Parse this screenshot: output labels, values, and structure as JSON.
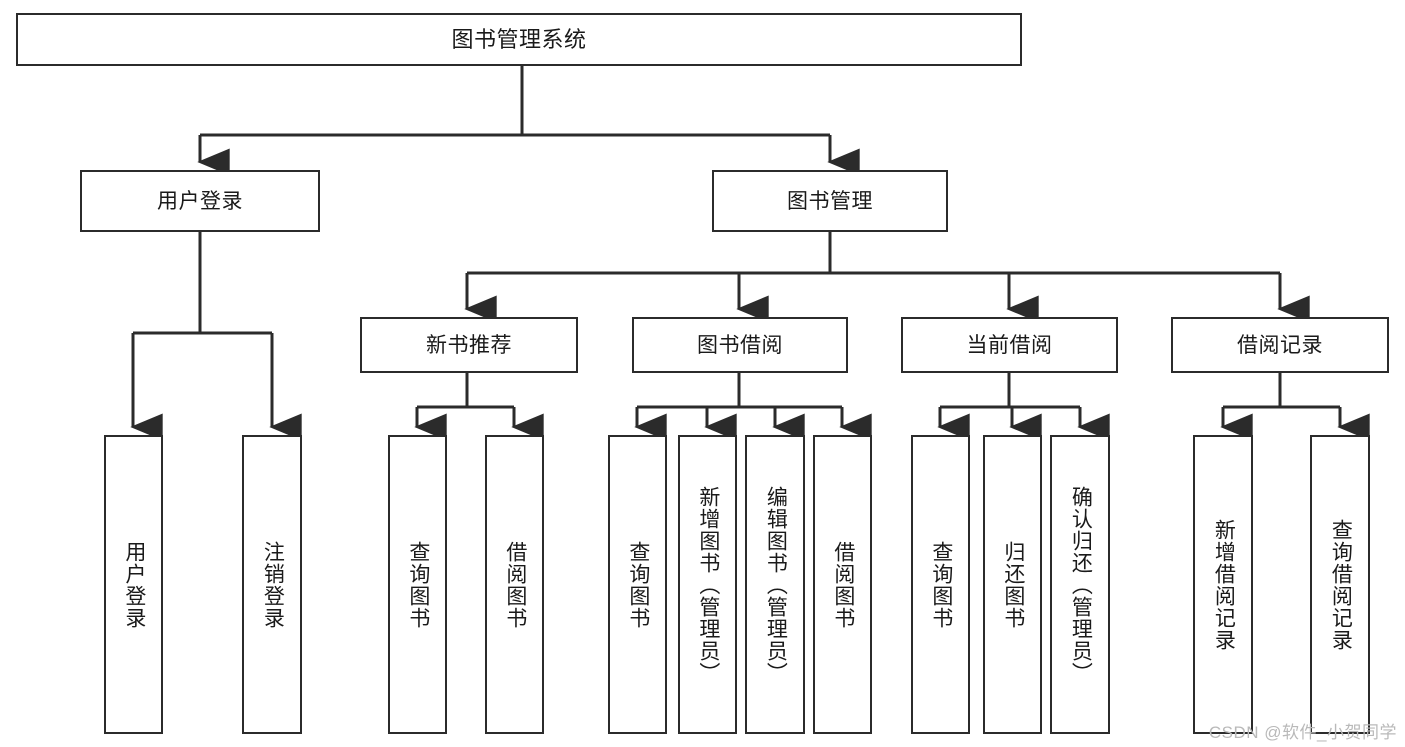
{
  "diagram": {
    "title": "图书管理系统",
    "type": "tree-hierarchy-diagram",
    "colors": {
      "box_border": "#2b2b2b",
      "box_fill": "#ffffff",
      "connector": "#2b2b2b",
      "text": "#1a1a1a",
      "watermark": "#b9b9b9",
      "background": "#ffffff"
    },
    "root": {
      "label": "图书管理系统"
    },
    "level2": [
      {
        "label": "用户登录"
      },
      {
        "label": "图书管理"
      }
    ],
    "level3": [
      {
        "label": "新书推荐"
      },
      {
        "label": "图书借阅"
      },
      {
        "label": "当前借阅"
      },
      {
        "label": "借阅记录"
      }
    ],
    "leaves": [
      {
        "label": "用户登录",
        "parent": "用户登录"
      },
      {
        "label": "注销登录",
        "parent": "用户登录"
      },
      {
        "label": "查询图书",
        "parent": "新书推荐"
      },
      {
        "label": "借阅图书",
        "parent": "新书推荐"
      },
      {
        "label": "查询图书",
        "parent": "图书借阅"
      },
      {
        "label": "新增图书（管理员）",
        "parent": "图书借阅"
      },
      {
        "label": "编辑图书（管理员）",
        "parent": "图书借阅"
      },
      {
        "label": "借阅图书",
        "parent": "图书借阅"
      },
      {
        "label": "查询图书",
        "parent": "当前借阅"
      },
      {
        "label": "归还图书",
        "parent": "当前借阅"
      },
      {
        "label": "确认归还（管理员）",
        "parent": "当前借阅"
      },
      {
        "label": "新增借阅记录",
        "parent": "借阅记录"
      },
      {
        "label": "查询借阅记录",
        "parent": "借阅记录"
      }
    ]
  },
  "watermark": {
    "text": "CSDN @软件_小贺同学"
  }
}
